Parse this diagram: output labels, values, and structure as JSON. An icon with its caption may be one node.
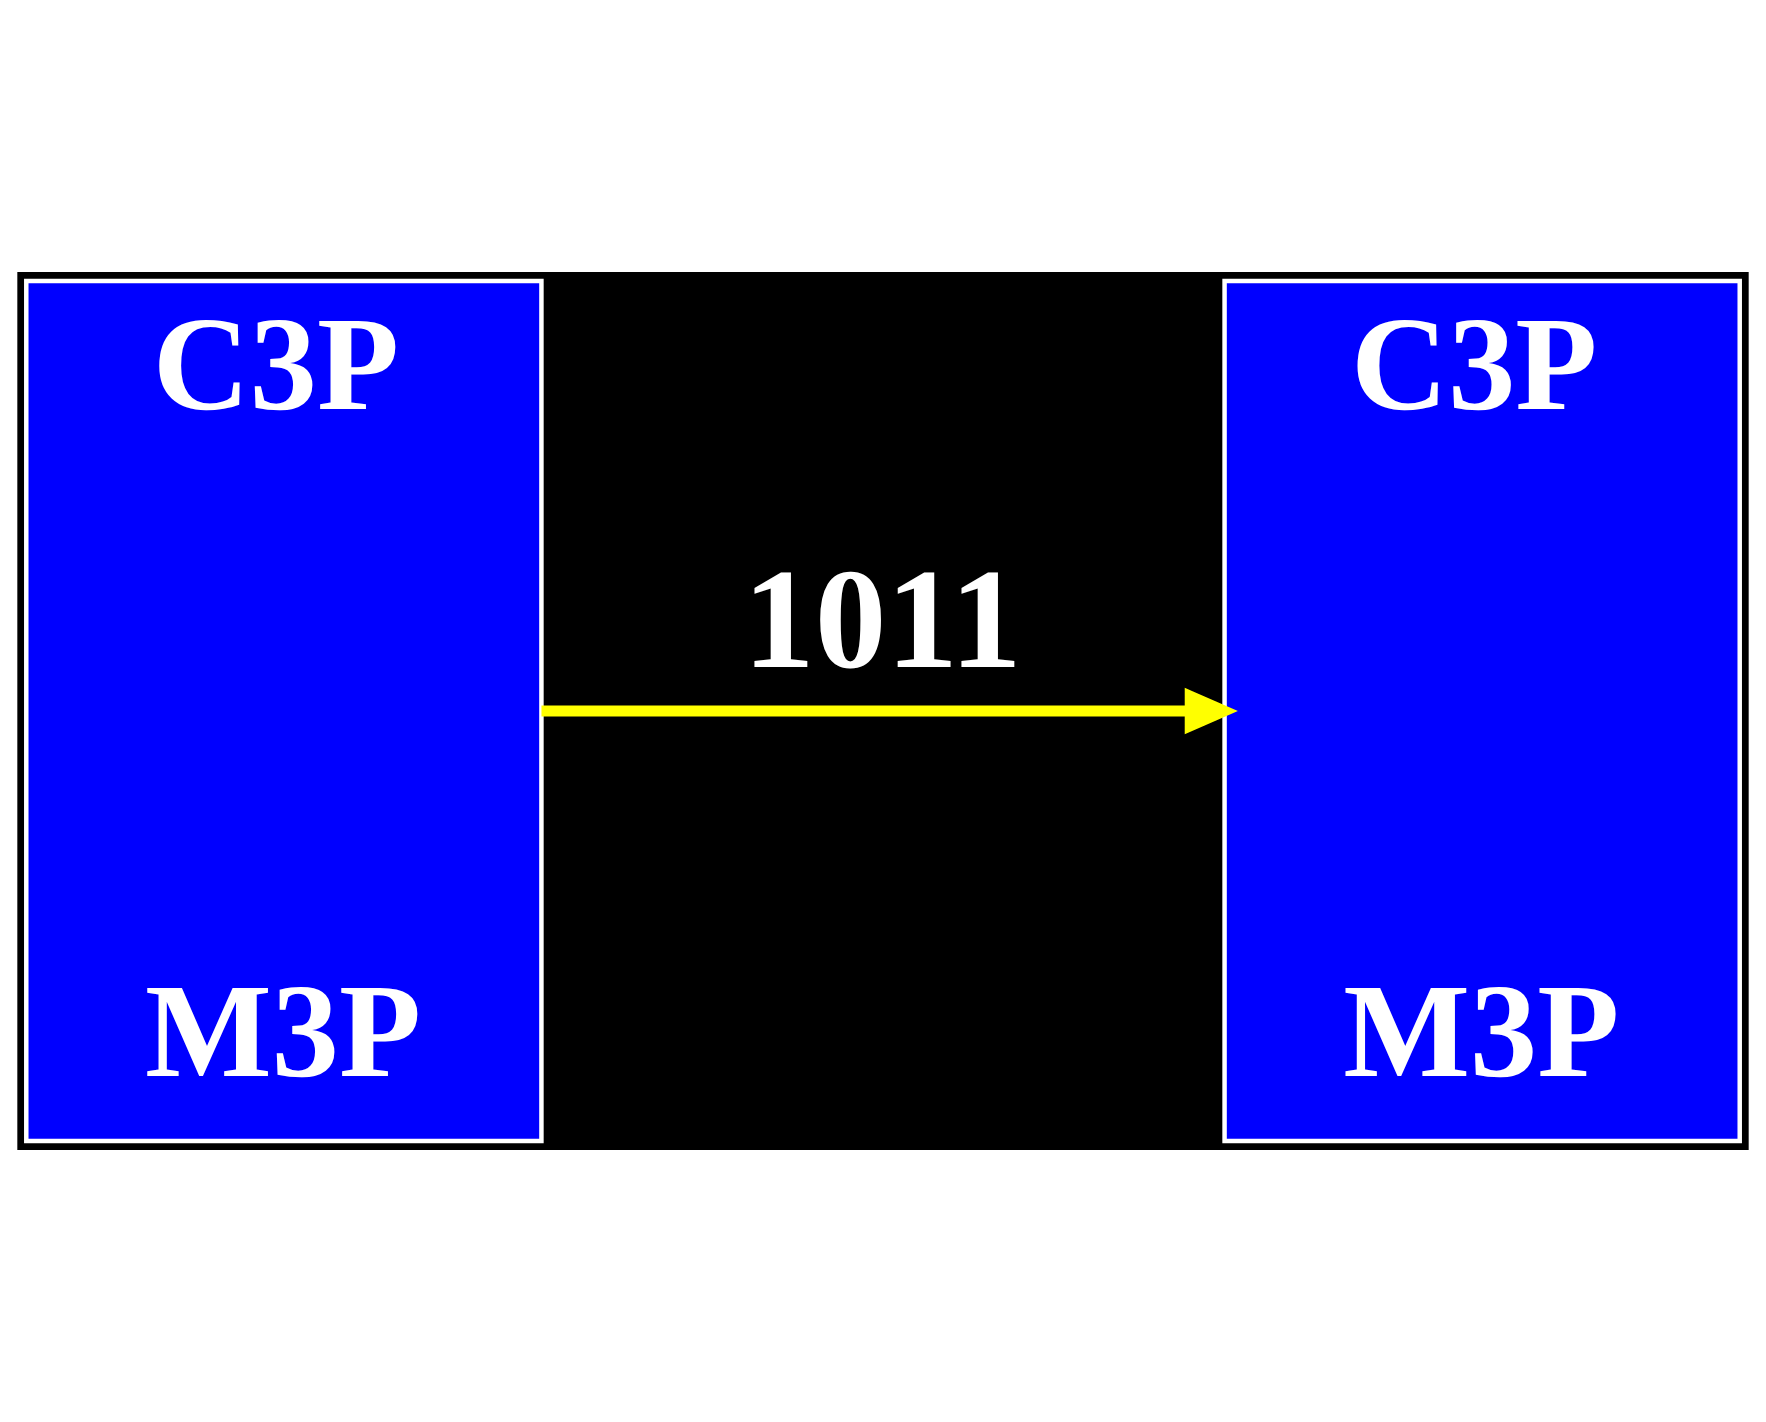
{
  "diagram": {
    "nodes": [
      {
        "text": [
          "C3P",
          "M3P"
        ]
      },
      {
        "text": [
          "C3P",
          "M3P"
        ]
      }
    ],
    "edges": [
      {
        "from": 0,
        "to": 1,
        "arrow": "to",
        "label": "1011",
        "color": "#ffff00"
      }
    ]
  }
}
